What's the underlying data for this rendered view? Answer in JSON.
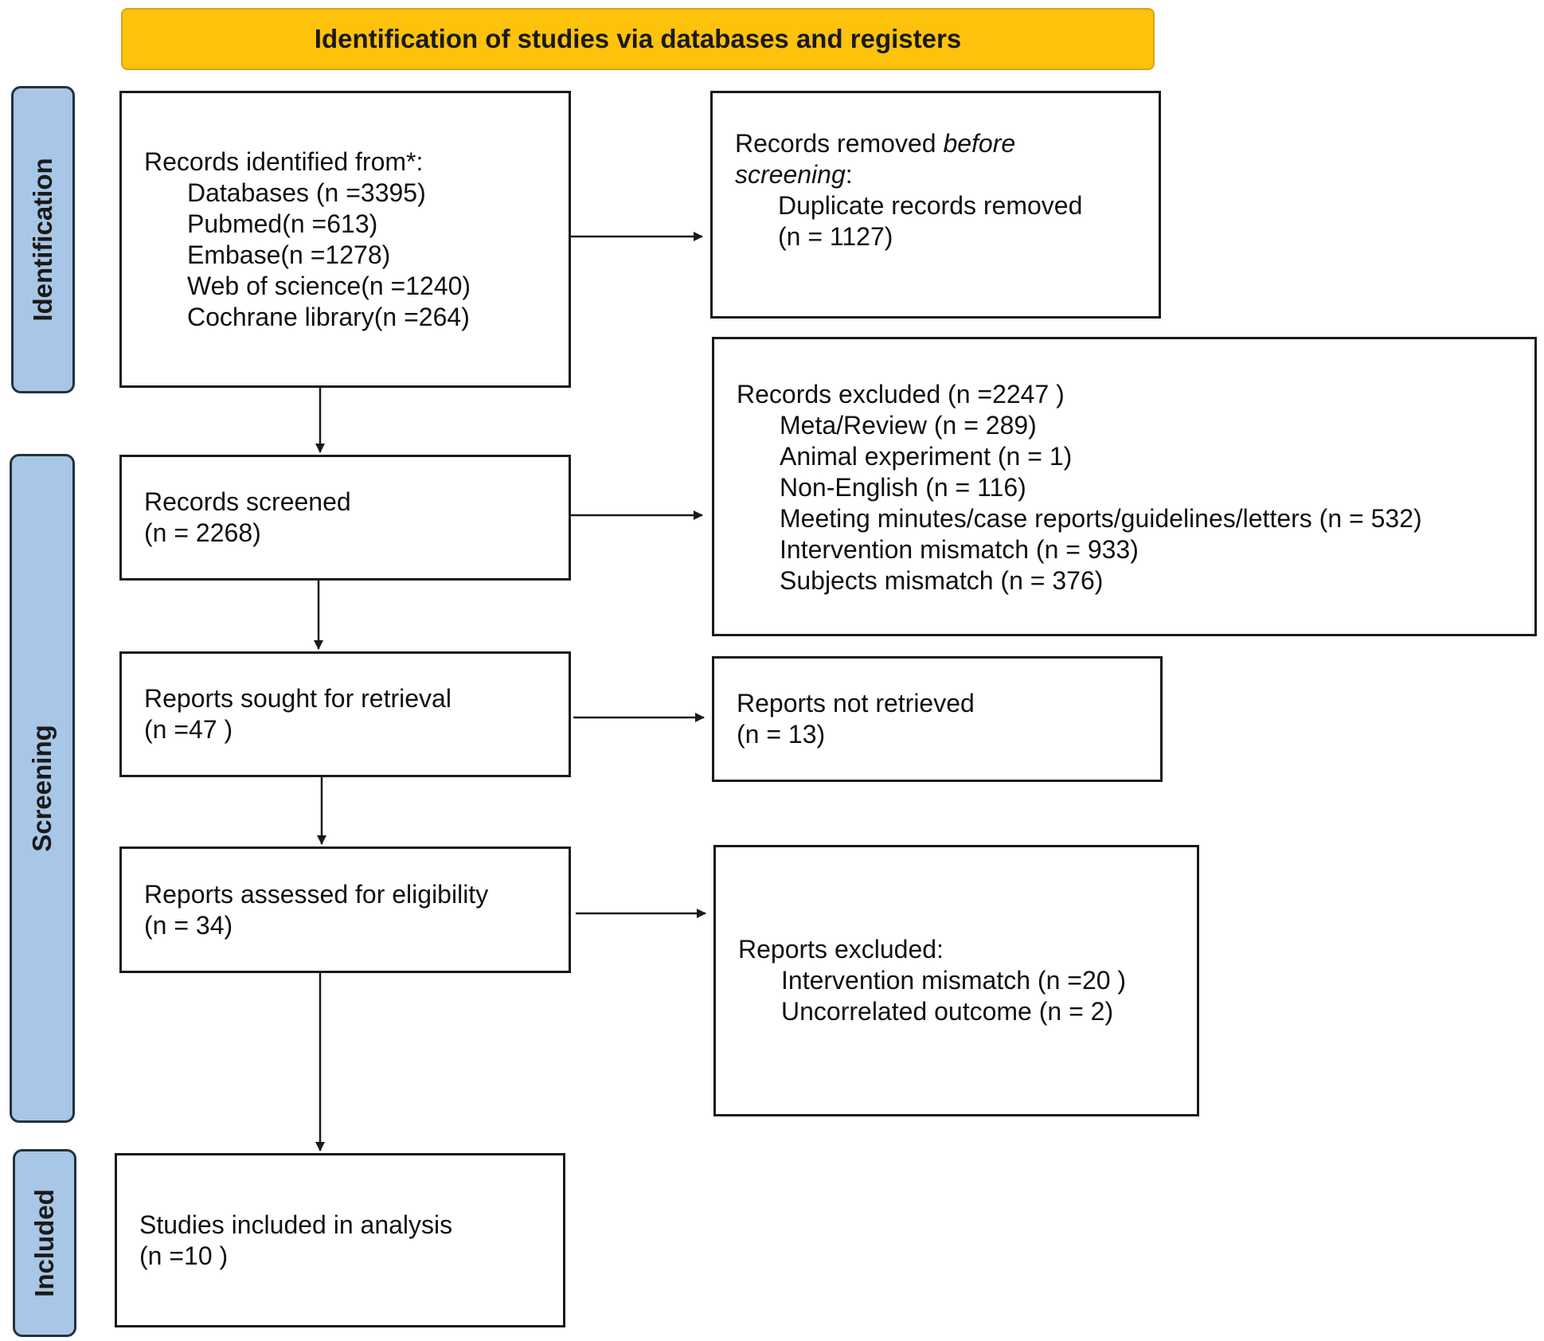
{
  "header": {
    "title": "Identification of studies via databases and registers"
  },
  "stages": {
    "identification": "Identification",
    "screening": "Screening",
    "included": "Included"
  },
  "boxes": {
    "identified": {
      "title": "Records identified from*:",
      "lines": [
        "Databases (n =3395)",
        "Pubmed(n =613)",
        "Embase(n =1278)",
        "Web of science(n =1240)",
        "Cochrane library(n =264)"
      ]
    },
    "removed": {
      "title_prefix": "Records removed ",
      "title_italic": "before",
      "title_italic2": "screening",
      "title_suffix": ":",
      "lines": [
        "Duplicate records removed",
        "(n = 1127)"
      ]
    },
    "screened": {
      "title": "Records screened",
      "count": "(n = 2268)"
    },
    "excluded": {
      "title": "Records excluded (n =2247 )",
      "lines": [
        "Meta/Review (n = 289)",
        "Animal experiment (n = 1)",
        "Non-English (n = 116)",
        "Meeting minutes/case reports/guidelines/letters (n = 532)",
        "Intervention mismatch (n = 933)",
        "Subjects mismatch (n = 376)"
      ]
    },
    "sought": {
      "title": "Reports sought for retrieval",
      "count": "(n =47 )"
    },
    "not_retrieved": {
      "title": "Reports not retrieved",
      "count": "(n = 13)"
    },
    "assessed": {
      "title": "Reports assessed for eligibility",
      "count": "(n = 34)"
    },
    "reports_excluded": {
      "title": "Reports excluded:",
      "lines": [
        "Intervention mismatch (n =20 )",
        "Uncorrelated outcome (n = 2)"
      ]
    },
    "included": {
      "title": "Studies included in analysis",
      "count": "(n =10 )"
    }
  },
  "colors": {
    "header": "#fdc20c",
    "side": "#a8c6e6",
    "stroke": "#1a1a1a"
  }
}
